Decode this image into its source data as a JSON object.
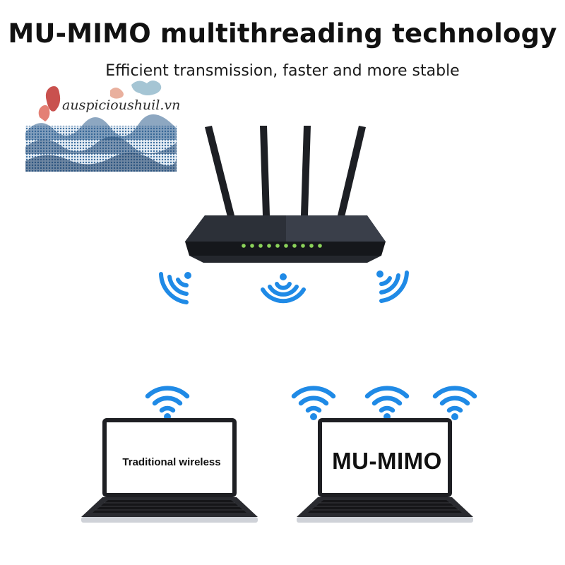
{
  "header": {
    "title": "MU-MIMO multithreading technology",
    "subtitle": "Efficient transmission, faster and more stable"
  },
  "watermark": {
    "text": "auspicioushuil.vn"
  },
  "laptops": {
    "left_label": "Traditional wireless",
    "right_label": "MU-MIMO"
  },
  "icons": {
    "router": "router-icon",
    "wifi": "wifi-icon",
    "laptop": "laptop-icon"
  },
  "colors": {
    "wifi_blue": "#1f8ae6",
    "router_dark": "#2a2e36",
    "led_green": "#8bd35a"
  }
}
